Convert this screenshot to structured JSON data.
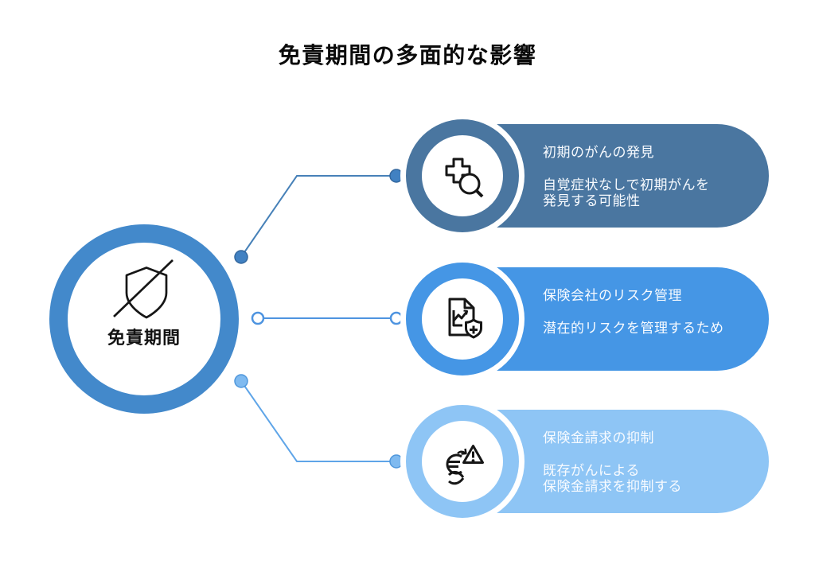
{
  "page": {
    "title": "免責期間の多面的な影響",
    "background": "#FFFFFF",
    "title_color": "#0A0A0A"
  },
  "hub": {
    "label": "免責期間",
    "icon": "shield-off-icon",
    "ring_color": "#4389CB",
    "label_color": "#121212"
  },
  "items": [
    {
      "title": "初期のがんの発見",
      "body_lines": [
        "自覚症状なしで初期がんを",
        "発見する可能性"
      ],
      "color": "#4A76A0",
      "icon": "medical-search-icon"
    },
    {
      "title": "保険会社のリスク管理",
      "body_lines": [
        "潜在的リスクを管理するため"
      ],
      "color": "#4596E5",
      "icon": "risk-document-shield-icon"
    },
    {
      "title": "保険金請求の抑制",
      "body_lines": [
        "既存がんによる",
        "保険金請求を抑制する"
      ],
      "color": "#8EC5F5",
      "icon": "claim-restriction-warning-icon"
    }
  ],
  "connectors": [
    {
      "style": "filled",
      "line": "#4781B8",
      "dot_fill": "#4181C2",
      "dot_stroke": "#33679E"
    },
    {
      "style": "open",
      "line": "#4E94E0",
      "dot_fill": "#FFFFFF",
      "dot_stroke": "#4E94E0"
    },
    {
      "style": "filled",
      "line": "#5FA5E8",
      "dot_fill": "#7FBAF0",
      "dot_stroke": "#4F97DC"
    }
  ],
  "card_text_color": "#F8FBFF"
}
